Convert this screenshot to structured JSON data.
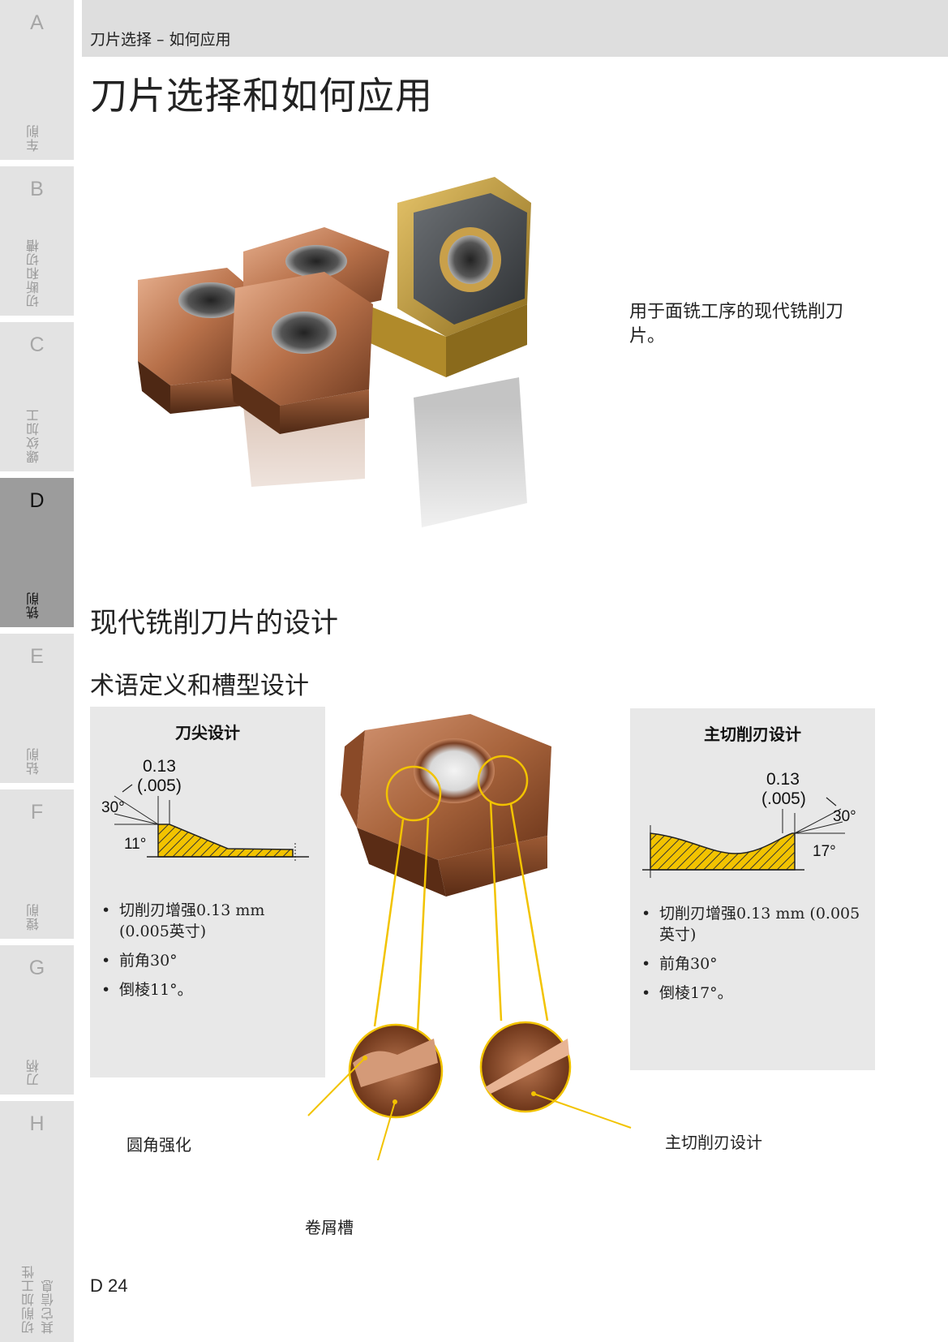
{
  "tabs": [
    {
      "letter": "A",
      "label": "车削"
    },
    {
      "letter": "B",
      "label": "切断和切槽"
    },
    {
      "letter": "C",
      "label": "螺纹加工"
    },
    {
      "letter": "D",
      "label": "铣削"
    },
    {
      "letter": "E",
      "label": "钻削"
    },
    {
      "letter": "F",
      "label": "镗削"
    },
    {
      "letter": "G",
      "label": "刀柄"
    },
    {
      "letter": "H",
      "label_line1": "切削加工性",
      "label_line2": "其它信息"
    }
  ],
  "header": {
    "breadcrumb": "刀片选择 – 如何应用"
  },
  "page_title": "刀片选择和如何应用",
  "photo_caption": "用于面铣工序的现代铣削刀片。",
  "section_title": "现代铣削刀片的设计",
  "subsection_title": "术语定义和槽型设计",
  "left_panel": {
    "title": "刀尖设计",
    "dim_value": "0.13",
    "dim_inch": "(.005)",
    "angle_rake": "30°",
    "angle_chamfer": "11°",
    "bullets": [
      "切削刃增强0.13 mm (0.005英寸)",
      "前角30°",
      "倒棱11°。"
    ]
  },
  "right_panel": {
    "title": "主切削刃设计",
    "dim_value": "0.13",
    "dim_inch": "(.005)",
    "angle_rake": "30°",
    "angle_chamfer": "17°",
    "bullets": [
      "切削刃增强0.13 mm (0.005英寸)",
      "前角30°",
      "倒棱17°。"
    ]
  },
  "callouts": {
    "corner": "圆角强化",
    "chipbreaker": "卷屑槽",
    "main_edge": "主切削刃设计"
  },
  "page_number": "D 24",
  "colors": {
    "tab_bg": "#e3e3e3",
    "tab_active": "#9c9c9c",
    "accent_yellow": "#f2c300",
    "insert_bronze": "#a8643c"
  }
}
